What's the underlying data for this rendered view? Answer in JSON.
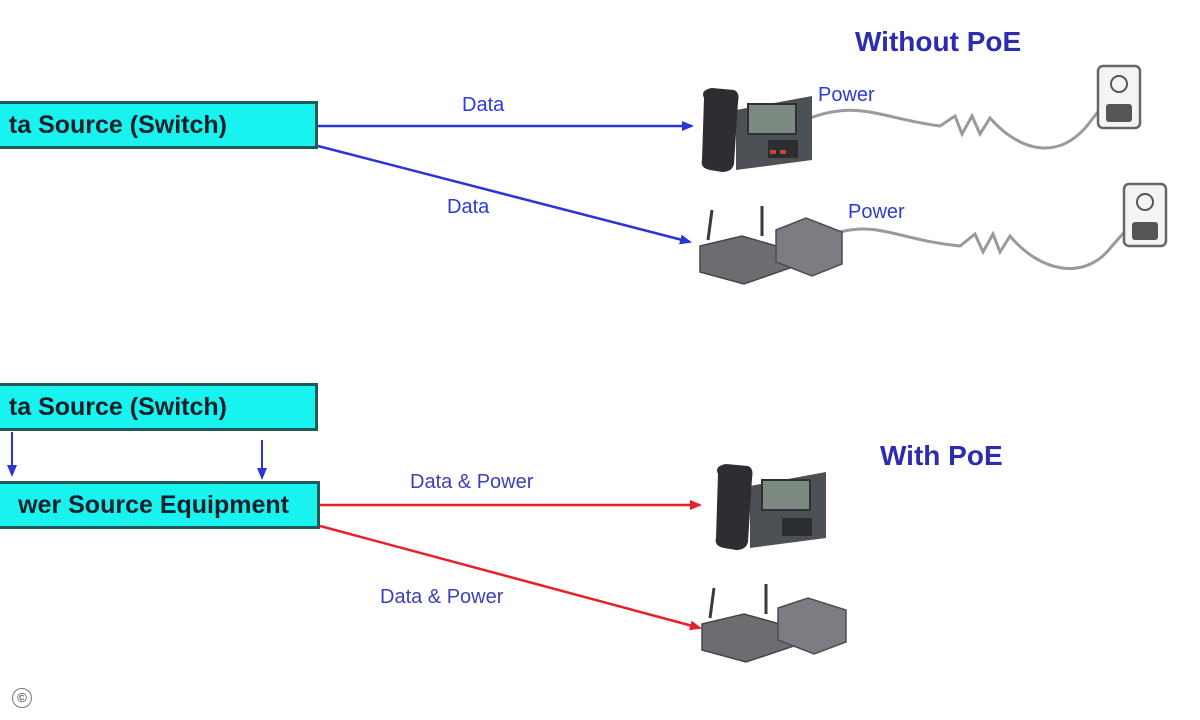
{
  "titles": {
    "without": "Without PoE",
    "with": "With PoE"
  },
  "boxes": {
    "switch_top": "ta Source (Switch)",
    "switch_bottom": "ta Source (Switch)",
    "pse": "wer Source Equipment"
  },
  "labels": {
    "data_1": "Data",
    "data_2": "Data",
    "power_1": "Power",
    "power_2": "Power",
    "data_power_1": "Data & Power",
    "data_power_2": "Data & Power"
  },
  "colors": {
    "data_line": "#2a35d6",
    "poe_line": "#e8202a",
    "box_fill": "#19f3f0",
    "title": "#2c2cb0"
  },
  "copyright_symbol": "©"
}
